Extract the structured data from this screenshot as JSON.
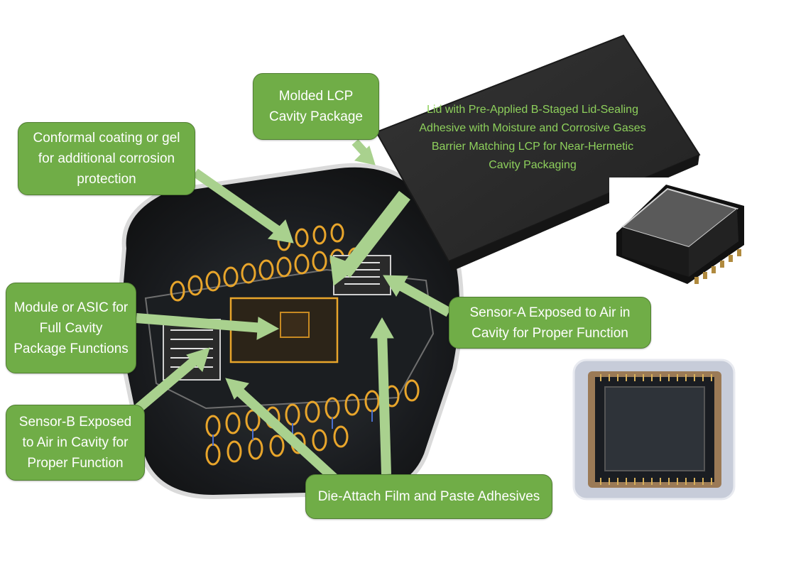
{
  "callouts": {
    "molded_lcp": "Molded LCP Cavity Package",
    "conformal": "Conformal coating or gel for additional corrosion protection",
    "module_asic": "Module or ASIC for Full Cavity Package Functions",
    "sensor_a": "Sensor-A Exposed to Air in Cavity for Proper Function",
    "sensor_b": "Sensor-B Exposed to Air in Cavity for Proper Function",
    "die_attach": "Die-Attach Film and Paste Adhesives"
  },
  "lid_label": "Lid with Pre-Applied B-Staged Lid-Sealing Adhesive with Moisture and Corrosive Gases Barrier Matching LCP for Near-Hermetic Cavity Packaging",
  "colors": {
    "callout_fill": "#70ad47",
    "callout_border": "#507e32",
    "callout_text": "#ffffff",
    "lid_fill": "#2b2b2b",
    "lid_text": "#8ed05c",
    "arrow": "#a9d18e",
    "gold": "#e8a52b"
  }
}
